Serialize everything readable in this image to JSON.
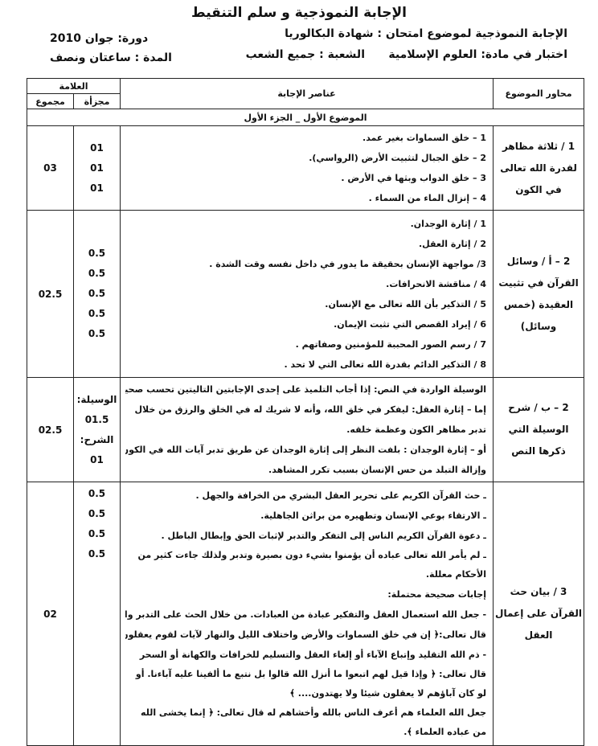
{
  "header": {
    "title": "الإجابة النموذجية و سلم التنقيط",
    "line1": "الإجابة النموذجية لموضوع امتحان : شهادة البكالوريا",
    "line2_subject": "اختبار في مادة: العلوم الإسلامية",
    "line2_branch": "الشعبة : جميع الشعب",
    "session": "دورة: جوان 2010",
    "duration": "المدة : ساعتان ونصف"
  },
  "table": {
    "col_axes": "محاور الموضوع",
    "col_answers": "عناصر الإجابة",
    "col_grade": "العلامة",
    "col_partial": "مجزأة",
    "col_total": "مجموع",
    "topic": "الموضوع الأول _ الجزء الأول",
    "rows": [
      {
        "axis": "1 / ثلاثة مظاهر لقدرة الله تعالى في الكون",
        "answers": [
          "1 – خلق السماوات بغير عمد.",
          "2 – خلق الجبال لتثبيت الأرض (الرواسي).",
          "3 – خلق الدواب وبثها في الأرض .",
          "4 – إنزال الماء من السماء ."
        ],
        "partials": [
          "01",
          "01",
          "01"
        ],
        "total": "03"
      },
      {
        "axis": "2 – أ / وسائل القرآن في تثبيت العقيدة (خمس وسائل)",
        "answers": [
          "1 / إثارة الوجدان.",
          "2 / إثارة العقل.",
          "3/ مواجهة الإنسان بحقيقة ما يدور في داخل نفسه وقت الشدة .",
          "4 / مناقشة الانحرافات.",
          "5 / التذكير بأن الله تعالى مع الإنسان.",
          "6 / إيراد القصص التي تثبت الإيمان.",
          "7 / رسم الصور المحببة للمؤمنين وصفاتهم .",
          "8 / التذكير الدائم بقدرة الله تعالى التي لا تحد ."
        ],
        "partials": [
          "0.5",
          "0.5",
          "0.5",
          "0.5",
          "0.5"
        ],
        "total": "02.5"
      },
      {
        "axis": "2 – ب / شرح الوسيلة التي ذكرها النص",
        "answers": [
          "الوسيلة الواردة في النص: إذا أجاب التلميذ على إحدى الإجابتين التاليتين تحسب صحيحة",
          "إما – إثارة العقل: ليفكر في خلق الله، وأنه لا شريك له في الخلق والرزق من خلال",
          "تدبر مظاهر الكون وعظمة خلقه.",
          "أو – إثارة الوجدان : بلفت النظر إلى إثارة الوجدان عن طريق تدبر آيات الله في الكون",
          "وإزالة التبلد من حس الإنسان بسبب تكرر المشاهد."
        ],
        "partials": [
          "الوسيلة:",
          "01.5",
          "الشرح:",
          "01"
        ],
        "total": "02.5"
      },
      {
        "axis": "3 / بيان حث القرآن على إعمال العقل",
        "answers": [
          "ـ حث القرآن الكريم على تحرير العقل البشري من الخرافة والجهل .",
          "ـ الارتقاء بوعي الإنسان وتطهيره من براثن الجاهلية.",
          "ـ دعوة القرآن الكريم الناس إلى التفكر والتدبر لإثبات الحق وإبطال الباطل .",
          "ـ لم يأمر الله تعالى عباده أن يؤمنوا بشيء دون بصيرة وتدبر ولذلك جاءت كثير من الأحكام معللة.",
          "إجابات صحيحة محتملة:",
          "- جعل الله استعمال العقل والتفكير عبادة من العبادات. من خلال الحث على التدبر والتفكر.",
          "قال تعالى:﴿ إن في خلق السماوات والأرض واختلاف الليل والنهار لآيات لقوم يعقلون ﴾",
          "- ذم الله التقليد وإتباع الآباء أو إلغاء العقل والتسليم للخرافات والكهانة أو السحر",
          "قال تعالى: ﴿ وإذا قيل لهم اتبعوا ما أنزل الله قالوا بل نتبع ما ألفينا عليه آباءنا. أو لو كان آباؤهم لا يعقلون شيئا ولا يهتدون.... ﴾",
          "جعل الله العلماء هم أعرف الناس بالله وأخشاهم له قال تعالى: ﴿ إنما يخشى الله من عباده العلماء ﴾."
        ],
        "partials": [
          "0.5",
          "0.5",
          "0.5",
          "0.5"
        ],
        "total": "02"
      }
    ]
  }
}
